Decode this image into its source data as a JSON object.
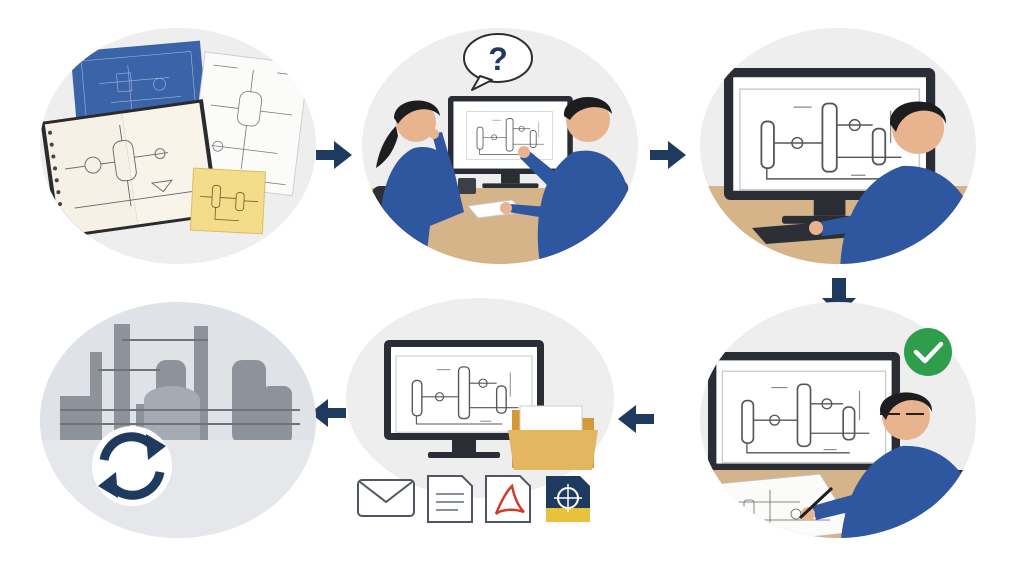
{
  "diagram": {
    "steps": [
      {
        "id": "legacy-documents",
        "icon": "blueprint-notebook-icon"
      },
      {
        "id": "team-review",
        "icon": "question-bubble-icon"
      },
      {
        "id": "cad-drafting",
        "icon": "computer-drafting-icon"
      },
      {
        "id": "engineer-approval",
        "icon": "check-badge-icon"
      },
      {
        "id": "digital-delivery",
        "icon": "folder-files-icon"
      },
      {
        "id": "plant-operations",
        "icon": "refresh-cycle-icon"
      }
    ],
    "flow": "clockwise",
    "badge_question": "?",
    "output_formats": [
      "email-icon",
      "document-icon",
      "pdf-icon",
      "cad-file-icon"
    ]
  },
  "colors": {
    "arrow": "#1f3a5f",
    "circle_bg": "#eeeeef",
    "shirt": "#2f57a0",
    "check": "#2e9d4c",
    "folder": "#e4b660",
    "sticky": "#f4dd8a",
    "blueprint": "#3a63a8"
  }
}
